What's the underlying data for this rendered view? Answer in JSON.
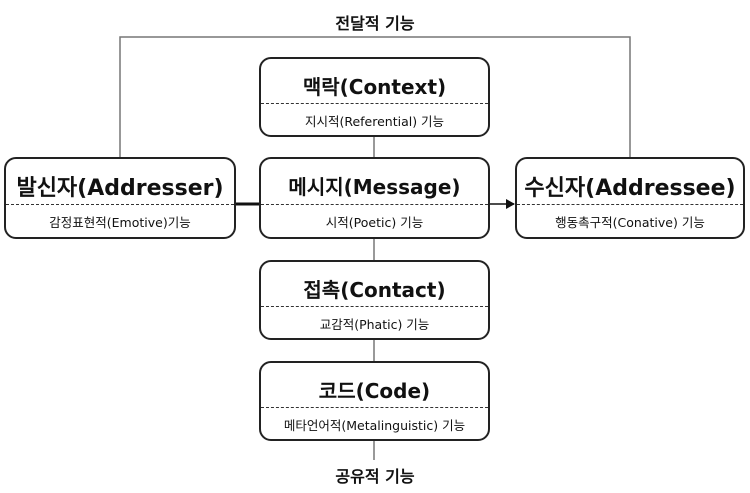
{
  "diagram": {
    "top_label": "전달적 기능",
    "bottom_label": "공유적 기능",
    "nodes": {
      "context": {
        "title": "맥락(Context)",
        "function": "지시적(Referential) 기능"
      },
      "message": {
        "title": "메시지(Message)",
        "function": "시적(Poetic) 기능"
      },
      "addresser": {
        "title": "발신자(Addresser)",
        "function": "감정표현적(Emotive)기능"
      },
      "addressee": {
        "title": "수신자(Addressee)",
        "function": "행동촉구적(Conative) 기능"
      },
      "contact": {
        "title": "접촉(Contact)",
        "function": "교감적(Phatic) 기능"
      },
      "code": {
        "title": "코드(Code)",
        "function": "메타언어적(Metalinguistic) 기능"
      }
    },
    "connections": [
      {
        "from": "addresser",
        "to": "message",
        "style": "thick"
      },
      {
        "from": "message",
        "to": "addressee",
        "style": "arrow"
      },
      {
        "from": "addresser",
        "to": "addressee",
        "style": "bracket-top"
      },
      {
        "from": "context",
        "to": "message",
        "style": "thin"
      },
      {
        "from": "message",
        "to": "contact",
        "style": "thin"
      },
      {
        "from": "contact",
        "to": "code",
        "style": "thin"
      },
      {
        "from": "code",
        "to": "bottom_label",
        "style": "thin"
      }
    ]
  }
}
